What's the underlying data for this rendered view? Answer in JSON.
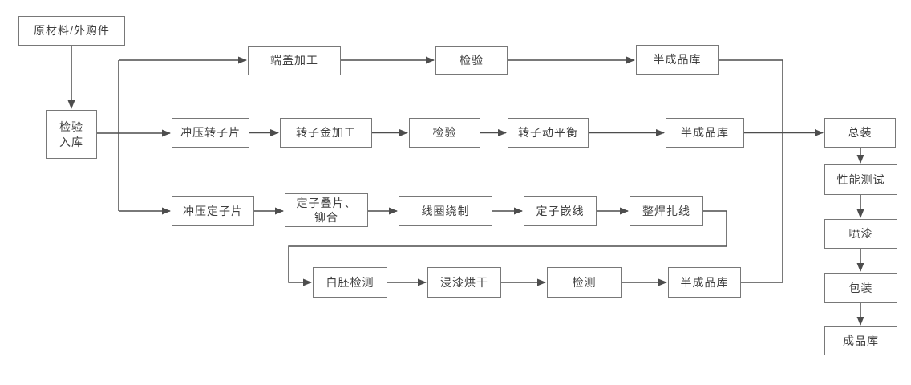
{
  "colors": {
    "background": "#ffffff",
    "box_border": "#787878",
    "box_fill": "#ffffff",
    "line": "#4d4d4d",
    "text": "#3f3f3f"
  },
  "nodes": {
    "raw_material": {
      "label": "原材料/外购件"
    },
    "inbound_inspection": {
      "label": "检验\n入库"
    },
    "end_cover_machining": {
      "label": "端盖加工"
    },
    "inspection_end_cover": {
      "label": "检验"
    },
    "semi_finished_store_1": {
      "label": "半成品库"
    },
    "rotor_punching": {
      "label": "冲压转子片"
    },
    "rotor_metal_machining": {
      "label": "转子金加工"
    },
    "inspection_rotor": {
      "label": "检验"
    },
    "rotor_dynamic_balancing": {
      "label": "转子动平衡"
    },
    "semi_finished_store_2": {
      "label": "半成品库"
    },
    "stator_punching": {
      "label": "冲压定子片"
    },
    "stator_stacking_riveting": {
      "label": "定子叠片、\n铆合"
    },
    "coil_winding": {
      "label": "线圈绕制"
    },
    "stator_wire_inserting": {
      "label": "定子嵌线"
    },
    "welding_wire_tying": {
      "label": "整焊扎线"
    },
    "blank_testing": {
      "label": "白胚检测"
    },
    "dip_painting_drying": {
      "label": "浸漆烘干"
    },
    "testing": {
      "label": "检测"
    },
    "semi_finished_store_3": {
      "label": "半成品库"
    },
    "final_assembly": {
      "label": "总装"
    },
    "performance_test": {
      "label": "性能测试"
    },
    "spray_painting": {
      "label": "喷漆"
    },
    "packing": {
      "label": "包装"
    },
    "finished_goods_store": {
      "label": "成品库"
    }
  }
}
